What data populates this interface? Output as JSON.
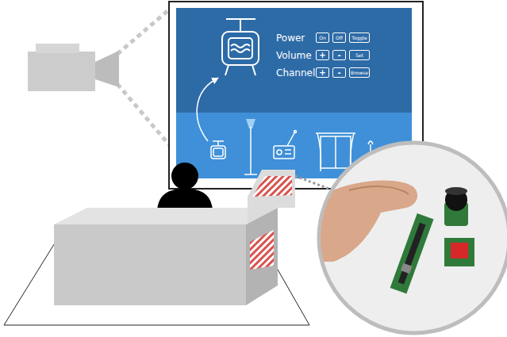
{
  "diagram": {
    "nodes": [
      {
        "text": [
          "On"
        ]
      },
      {
        "text": [
          "Off"
        ]
      },
      {
        "text": [
          "Toggle"
        ]
      },
      {
        "text": [
          "+"
        ]
      },
      {
        "text": [
          "-"
        ]
      },
      {
        "text": [
          "Set"
        ]
      },
      {
        "text": [
          "+"
        ]
      },
      {
        "text": [
          "-"
        ]
      },
      {
        "text": [
          "Browse"
        ]
      }
    ],
    "labels": [
      "Power",
      "Volume",
      "Channel"
    ]
  }
}
